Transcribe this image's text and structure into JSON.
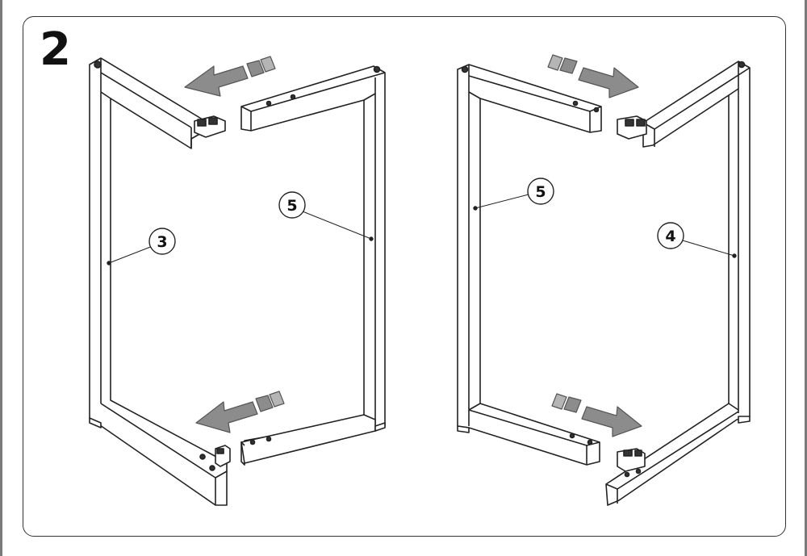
{
  "step": {
    "number": "2"
  },
  "callouts": {
    "left_leg": "3",
    "left_rail": "5",
    "right_rail": "5",
    "right_leg": "4"
  },
  "colors": {
    "line": "#222222",
    "frame_fill": "#ffffff",
    "arrow_fill": "#8c8c8c",
    "arrow_stroke": "#555555",
    "bracket_fill": "#333333"
  },
  "icons": {
    "arrow": "assembly-direction-arrow",
    "callout": "part-callout-circle"
  }
}
